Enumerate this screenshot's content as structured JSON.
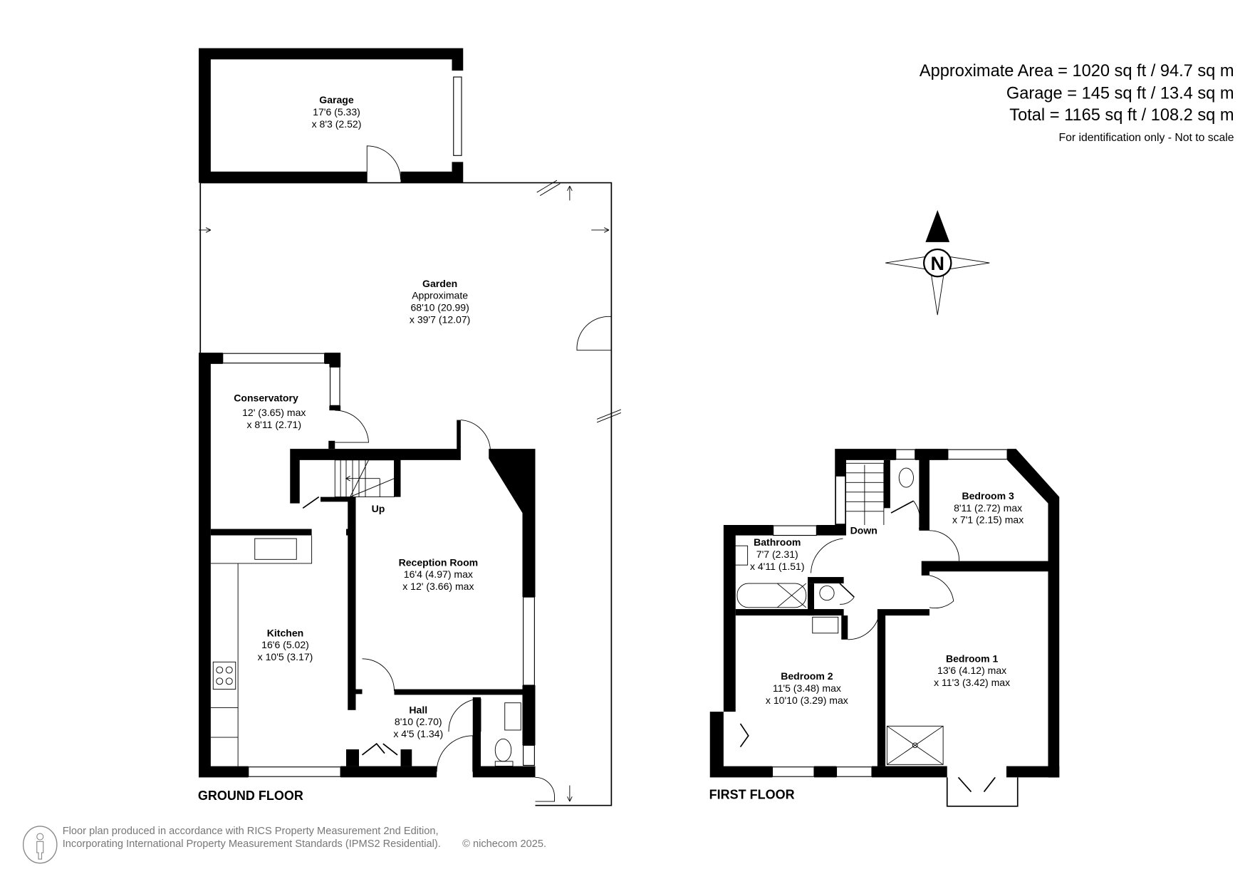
{
  "areas": {
    "approximate": "Approximate Area = 1020 sq ft / 94.7 sq m",
    "garage": "Garage = 145 sq ft / 13.4 sq m",
    "total": "Total = 1165 sq ft / 108.2 sq m",
    "disclaimer": "For identification only - Not to scale"
  },
  "compass": {
    "label": "N",
    "icon": "compass-north-icon"
  },
  "ground_floor": {
    "label": "GROUND FLOOR",
    "rooms": {
      "garage": {
        "name": "Garage",
        "dim1": "17'6 (5.33)",
        "dim2": "x 8'3 (2.52)"
      },
      "garden": {
        "name": "Garden",
        "dim0": "Approximate",
        "dim1": "68'10 (20.99)",
        "dim2": "x 39'7 (12.07)"
      },
      "conservatory": {
        "name": "Conservatory",
        "dim1": "12' (3.65) max",
        "dim2": "x 8'11 (2.71)"
      },
      "reception": {
        "name": "Reception Room",
        "dim1": "16'4 (4.97) max",
        "dim2": "x 12' (3.66) max"
      },
      "kitchen": {
        "name": "Kitchen",
        "dim1": "16'6 (5.02)",
        "dim2": "x 10'5 (3.17)"
      },
      "hall": {
        "name": "Hall",
        "dim1": "8'10 (2.70)",
        "dim2": "x 4'5 (1.34)"
      }
    },
    "stairs_label": "Up"
  },
  "first_floor": {
    "label": "FIRST FLOOR",
    "rooms": {
      "bedroom3": {
        "name": "Bedroom 3",
        "dim1": "8'11 (2.72) max",
        "dim2": "x 7'1 (2.15) max"
      },
      "bathroom": {
        "name": "Bathroom",
        "dim1": "7'7 (2.31)",
        "dim2": "x 4'11 (1.51)"
      },
      "bedroom1": {
        "name": "Bedroom 1",
        "dim1": "13'6 (4.12) max",
        "dim2": "x 11'3 (3.42) max"
      },
      "bedroom2": {
        "name": "Bedroom 2",
        "dim1": "11'5 (3.48) max",
        "dim2": "x 10'10 (3.29) max"
      }
    },
    "stairs_label": "Down"
  },
  "footer": {
    "line1": "Floor plan produced in accordance with RICS Property Measurement 2nd Edition,",
    "line2": "Incorporating International Property Measurement Standards (IPMS2 Residential).",
    "copyright": "© nichecom 2025."
  }
}
